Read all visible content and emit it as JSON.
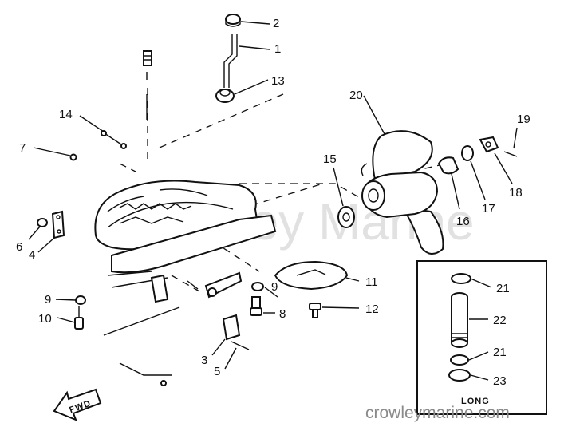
{
  "callouts": [
    {
      "id": "2",
      "text": "2"
    },
    {
      "id": "1",
      "text": "1"
    },
    {
      "id": "13",
      "text": "13"
    },
    {
      "id": "14",
      "text": "14"
    },
    {
      "id": "7",
      "text": "7"
    },
    {
      "id": "6",
      "text": "6"
    },
    {
      "id": "4",
      "text": "4"
    },
    {
      "id": "9a",
      "text": "9"
    },
    {
      "id": "10",
      "text": "10"
    },
    {
      "id": "9b",
      "text": "9"
    },
    {
      "id": "8",
      "text": "8"
    },
    {
      "id": "3",
      "text": "3"
    },
    {
      "id": "5",
      "text": "5"
    },
    {
      "id": "11",
      "text": "11"
    },
    {
      "id": "12",
      "text": "12"
    },
    {
      "id": "15",
      "text": "15"
    },
    {
      "id": "20",
      "text": "20"
    },
    {
      "id": "16",
      "text": "16"
    },
    {
      "id": "17",
      "text": "17"
    },
    {
      "id": "18",
      "text": "18"
    },
    {
      "id": "19",
      "text": "19"
    },
    {
      "id": "21a",
      "text": "21"
    },
    {
      "id": "22",
      "text": "22"
    },
    {
      "id": "21b",
      "text": "21"
    },
    {
      "id": "23",
      "text": "23"
    }
  ],
  "inset_label": "LONG",
  "fwd_label": "FWD",
  "watermark": "Crowley Marine",
  "site_url": "crowleymarine.com"
}
